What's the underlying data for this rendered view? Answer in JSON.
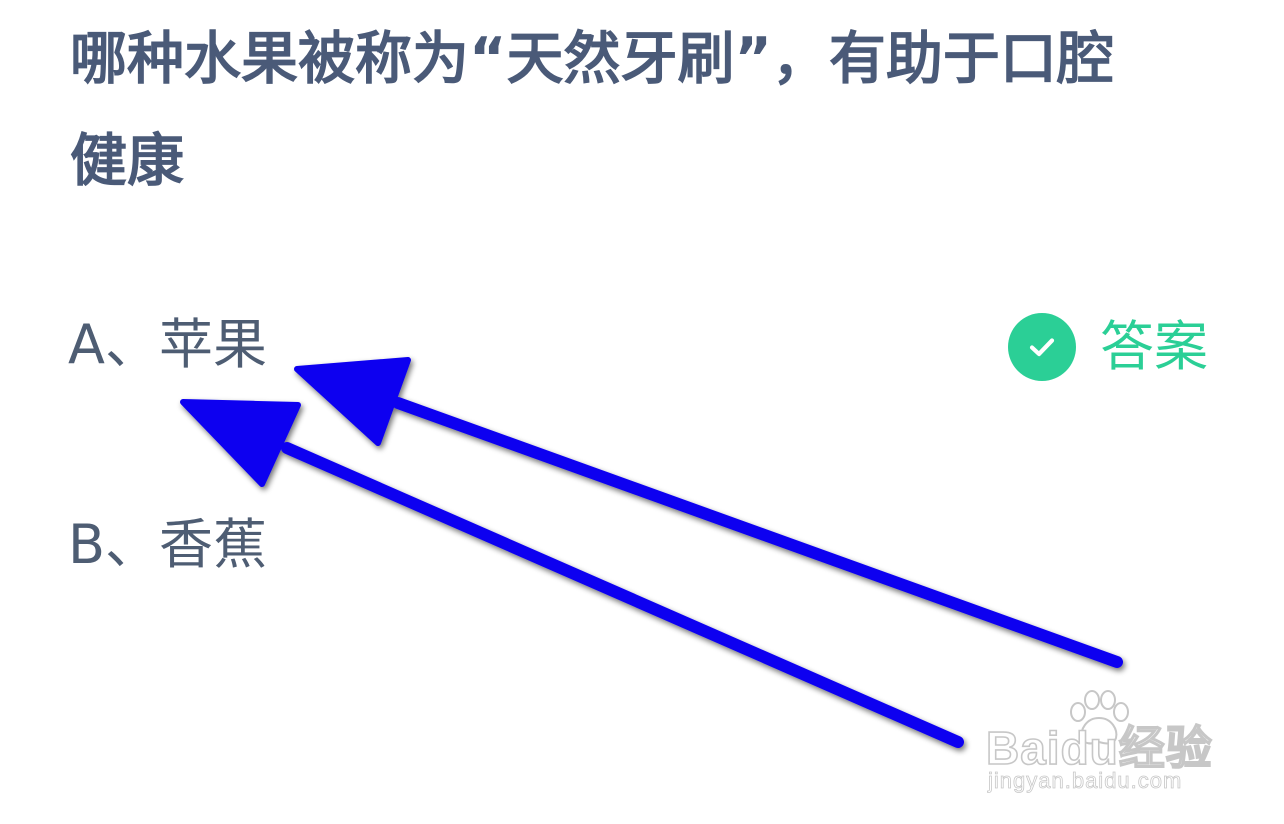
{
  "question": {
    "line1": "哪种水果被称为“天然牙刷”，有助于口腔",
    "line2": "健康"
  },
  "options": [
    {
      "label": "A、苹果"
    },
    {
      "label": "B、香蕉"
    }
  ],
  "answer": {
    "label": "答案",
    "icon": "check-circle-icon",
    "color": "#2bcf96"
  },
  "annotations": {
    "arrow_color": "#0a00f0"
  },
  "watermark": {
    "brand": "Baidu经验",
    "url": "jingyan.baidu.com"
  }
}
